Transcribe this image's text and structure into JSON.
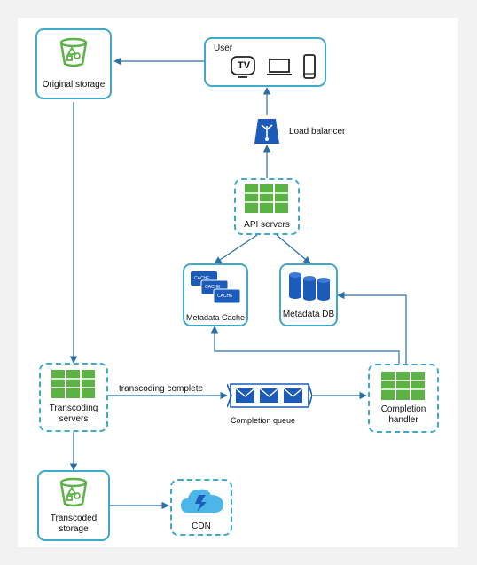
{
  "nodes": {
    "user": {
      "label": "User",
      "devices": [
        "TV",
        "laptop",
        "phone"
      ]
    },
    "original_storage": {
      "label": "Original storage"
    },
    "load_balancer": {
      "label": "Load balancer"
    },
    "api_servers": {
      "label": "API servers"
    },
    "metadata_cache": {
      "label": "Metadata Cache",
      "cache_tag": "CACHE"
    },
    "metadata_db": {
      "label": "Metadata DB"
    },
    "transcoding_servers": {
      "label_line1": "Transcoding",
      "label_line2": "servers"
    },
    "completion_queue": {
      "label": "Completion queue"
    },
    "completion_handler": {
      "label_line1": "Completion",
      "label_line2": "handler"
    },
    "transcoded_storage": {
      "label_line1": "Transcoded",
      "label_line2": "storage"
    },
    "cdn": {
      "label": "CDN"
    }
  },
  "edges": {
    "transcoding_complete": "transcoding complete"
  },
  "tv_text": "TV",
  "colors": {
    "border": "#3fa9c9",
    "server_green": "#5bb346",
    "db_blue": "#1c5bb8",
    "lb_blue": "#1c5bb8",
    "arrow": "#2a6fa8",
    "cdn_blue": "#4db6e8"
  }
}
